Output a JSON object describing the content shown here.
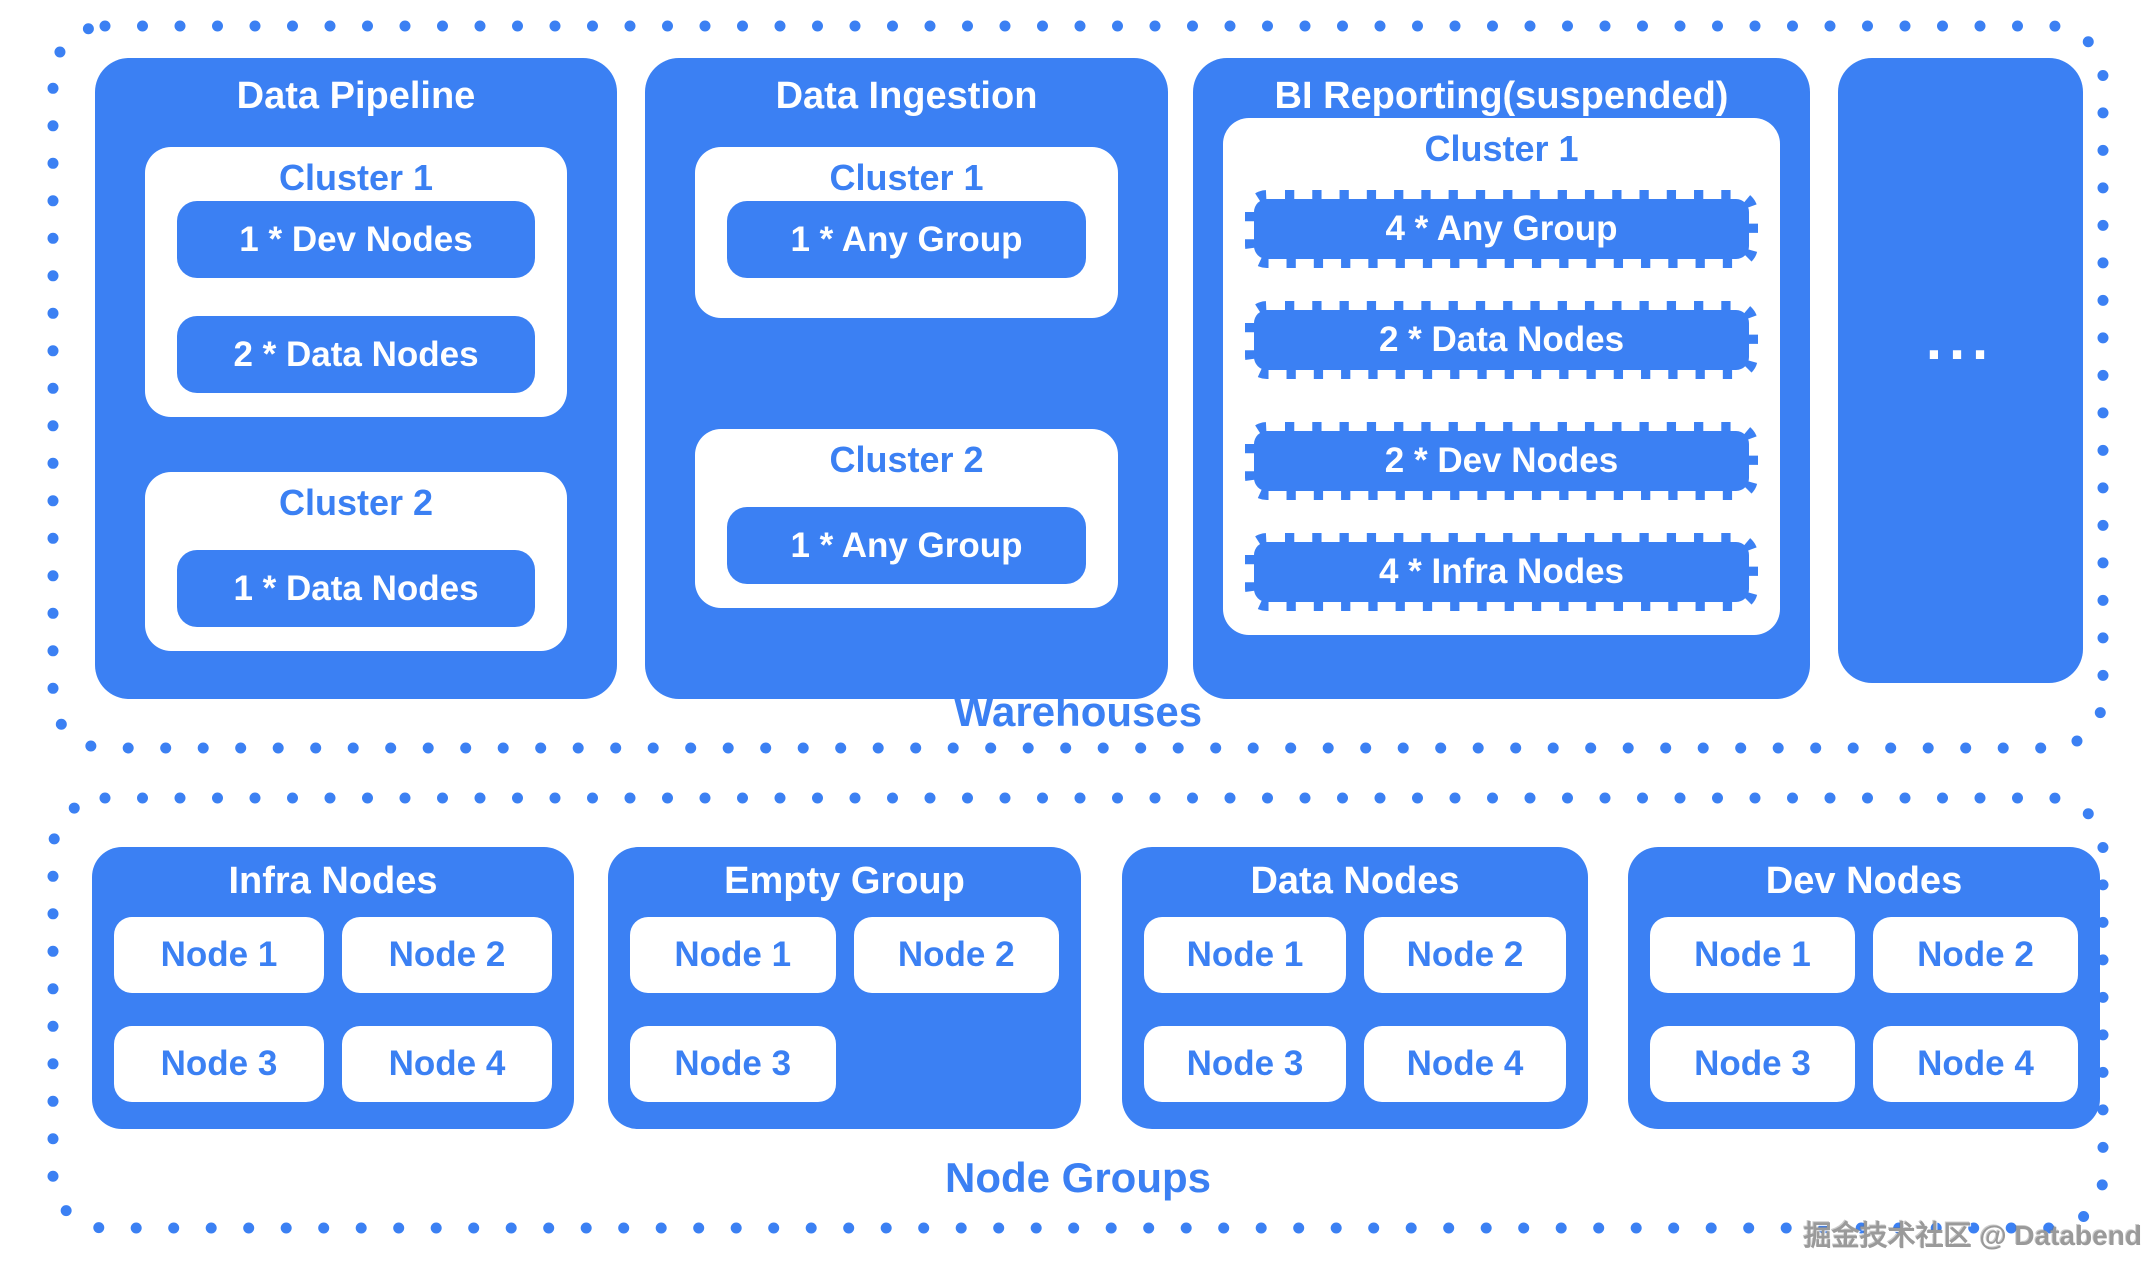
{
  "colors": {
    "accent": "#3b80f3",
    "white": "#ffffff",
    "watermark_gray": "#9a9a9a"
  },
  "warehouses": {
    "label": "Warehouses",
    "boxes": [
      {
        "title": "Data Pipeline",
        "clusters": [
          {
            "title": "Cluster 1",
            "pills": [
              {
                "label": "1 * Dev Nodes",
                "dashed": false
              },
              {
                "label": "2 * Data Nodes",
                "dashed": false
              }
            ]
          },
          {
            "title": "Cluster 2",
            "pills": [
              {
                "label": "1 * Data Nodes",
                "dashed": false
              }
            ]
          }
        ]
      },
      {
        "title": "Data Ingestion",
        "clusters": [
          {
            "title": "Cluster 1",
            "pills": [
              {
                "label": "1 * Any Group",
                "dashed": false
              }
            ]
          },
          {
            "title": "Cluster 2",
            "pills": [
              {
                "label": "1 * Any Group",
                "dashed": false
              }
            ]
          }
        ]
      },
      {
        "title": "BI Reporting(suspended)",
        "clusters": [
          {
            "title": "Cluster 1",
            "pills": [
              {
                "label": "4 * Any Group",
                "dashed": true
              },
              {
                "label": "2 * Data Nodes",
                "dashed": true
              },
              {
                "label": "2 * Dev Nodes",
                "dashed": true
              },
              {
                "label": "4 * Infra Nodes",
                "dashed": true
              }
            ]
          }
        ]
      },
      {
        "ellipsis": "..."
      }
    ]
  },
  "node_groups": {
    "label": "Node Groups",
    "groups": [
      {
        "title": "Infra Nodes",
        "nodes": [
          "Node 1",
          "Node 2",
          "Node 3",
          "Node 4"
        ]
      },
      {
        "title": "Empty Group",
        "nodes": [
          "Node 1",
          "Node 2",
          "Node 3"
        ]
      },
      {
        "title": "Data Nodes",
        "nodes": [
          "Node 1",
          "Node 2",
          "Node 3",
          "Node 4"
        ]
      },
      {
        "title": "Dev Nodes",
        "nodes": [
          "Node 1",
          "Node 2",
          "Node 3",
          "Node 4"
        ]
      }
    ]
  },
  "watermark": {
    "text": "掘金技术社区 @ Databend"
  }
}
